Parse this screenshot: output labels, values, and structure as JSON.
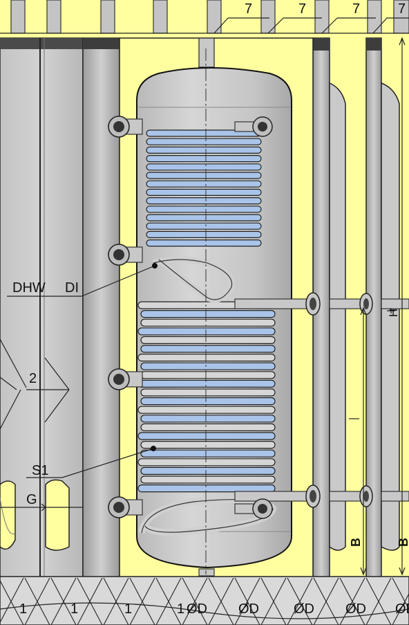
{
  "drawing": {
    "dim_top": [
      "7",
      "7",
      "7",
      "7"
    ],
    "label_dhw": "DHW",
    "label_di": "DI",
    "label_2": "2",
    "label_s1": "S1",
    "label_g": "G",
    "label_b": "B",
    "label_b2": "B",
    "label_h": "H",
    "dim_bottom": [
      "1",
      "1",
      "1",
      "1",
      "ØD",
      "ØD",
      "ØD",
      "ØD",
      "ØD"
    ],
    "colors": {
      "background": "#ffff9f",
      "tank_body": "#c8c8c8",
      "coil_blue": "#a9c4e8",
      "coil_grey": "#d8d8d8",
      "outline": "#111111",
      "floor": "#d8d8d8"
    }
  }
}
